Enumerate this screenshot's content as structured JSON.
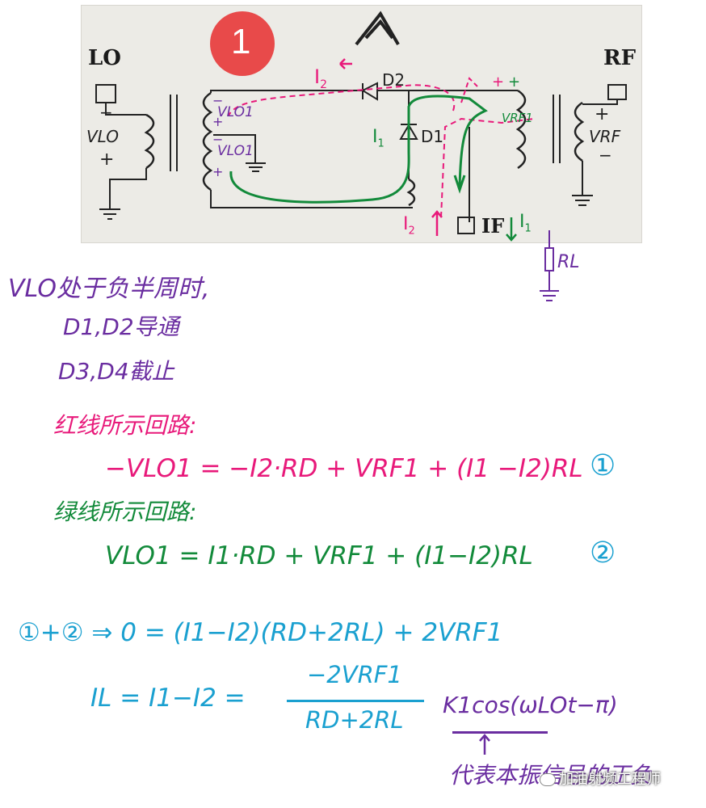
{
  "circuit": {
    "badge": "1",
    "lo_label": "LO",
    "rf_label": "RF",
    "if_label": "IF",
    "d1": "D1",
    "d2": "D2",
    "i1": "I",
    "i1_sub": "1",
    "i2": "I",
    "i2_sub": "2",
    "vlo": "VLO",
    "vrf": "VRF",
    "vlo1_top": "VLO1",
    "vlo1_bot": "VLO1",
    "vrf1": "VRF1",
    "minus": "−",
    "plus": "+"
  },
  "load": {
    "label": "RL",
    "i1_label": "I1"
  },
  "notes": {
    "line1": "VLO处于负半周时,",
    "line2": "D1,D2导通",
    "line3": "D3,D4截止",
    "red_title": "红线所示回路:",
    "eq1": "−VLO1 = −I2·RD + VRF1 + (I1 −I2)RL",
    "eq1_num": "①",
    "green_title": "绿线所示回路:",
    "eq2": "VLO1 = I1·RD + VRF1 + (I1−I2)RL",
    "eq2_num": "②",
    "eq3": "①+② ⇒ 0 = (I1−I2)(RD+2RL) + 2VRF1",
    "eq4_left": "IL = I1−I2 =",
    "eq4_num": "−2VRF1",
    "eq4_den": "RD+2RL",
    "eq4_cos": "K1cos(ωLOt−π)",
    "footer": "代表本振信号的正负",
    "watermark": "加油射频工程师"
  },
  "colors": {
    "purple": "#6a2da0",
    "pink": "#e8197a",
    "green": "#128a3a",
    "cyan": "#1aa0d0",
    "badge": "#e84a4a"
  }
}
